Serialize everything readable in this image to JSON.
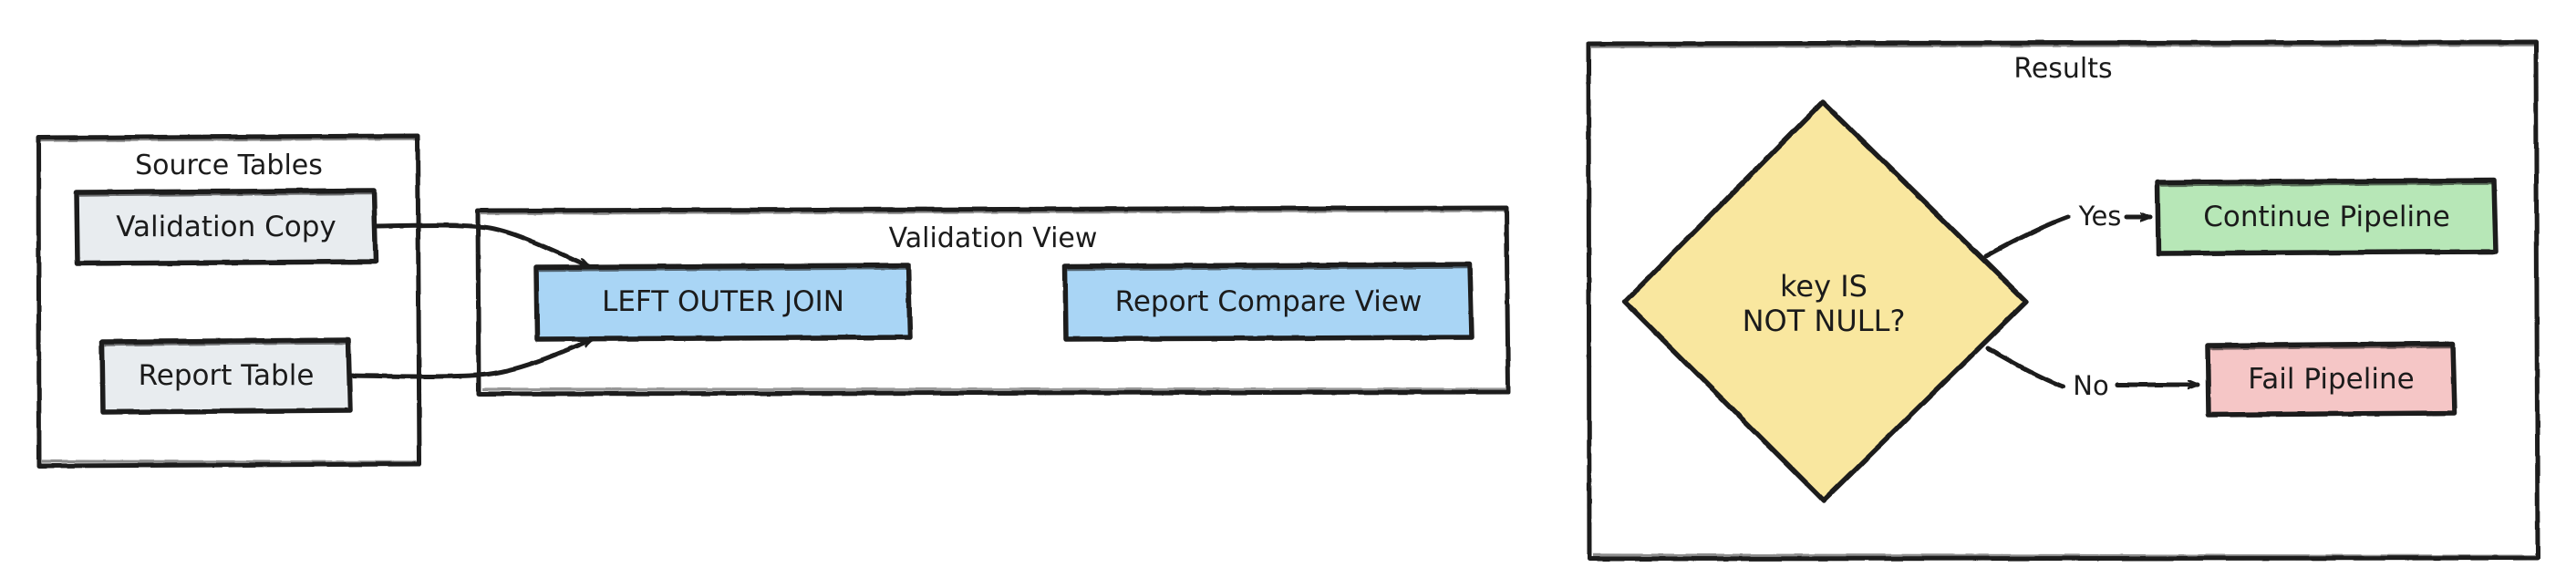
{
  "diagram": {
    "type": "flowchart",
    "style": "hand-drawn-sketch",
    "title_visible": false,
    "background": "#ffffff",
    "stroke": "#1b1b1b"
  },
  "groups": [
    {
      "id": "source-tables",
      "label": "Source Tables",
      "fill": "#ffffff",
      "stroke": "#1b1b1b"
    },
    {
      "id": "validation-view",
      "label": "Validation View",
      "fill": "#ffffff",
      "stroke": "#1b1b1b"
    },
    {
      "id": "results",
      "label": "Results",
      "fill": "#ffffff",
      "stroke": "#1b1b1b"
    }
  ],
  "nodes": [
    {
      "id": "validation-copy",
      "label": "Validation Copy",
      "shape": "rectangle",
      "fill": "#e8ecef",
      "stroke": "#1b1b1b",
      "group": "source-tables"
    },
    {
      "id": "report-table",
      "label": "Report Table",
      "shape": "rectangle",
      "fill": "#e8ecef",
      "stroke": "#1b1b1b",
      "group": "source-tables"
    },
    {
      "id": "left-outer-join",
      "label": "LEFT OUTER JOIN",
      "shape": "rectangle",
      "fill": "#a9d5f5",
      "stroke": "#1b1b1b",
      "group": "validation-view"
    },
    {
      "id": "report-compare-view",
      "label": "Report Compare View",
      "shape": "rectangle",
      "fill": "#a9d5f5",
      "stroke": "#1b1b1b",
      "group": "validation-view"
    },
    {
      "id": "key-is-not-null",
      "label": "key IS\nNOT NULL?",
      "shape": "diamond",
      "fill": "#f9e79f",
      "stroke": "#1b1b1b",
      "group": "results"
    },
    {
      "id": "continue-pipeline",
      "label": "Continue Pipeline",
      "shape": "rectangle",
      "fill": "#b7e7b7",
      "stroke": "#1b1b1b",
      "group": "results"
    },
    {
      "id": "fail-pipeline",
      "label": "Fail Pipeline",
      "shape": "rectangle",
      "fill": "#f5c6c6",
      "stroke": "#1b1b1b",
      "group": "results"
    }
  ],
  "edges": [
    {
      "id": "e1",
      "from": "validation-copy",
      "to": "left-outer-join",
      "label": ""
    },
    {
      "id": "e2",
      "from": "report-table",
      "to": "left-outer-join",
      "label": ""
    },
    {
      "id": "e3",
      "from": "left-outer-join",
      "to": "report-compare-view",
      "label": ""
    },
    {
      "id": "e4",
      "from": "report-compare-view",
      "to": "key-is-not-null",
      "label": ""
    },
    {
      "id": "e5",
      "from": "key-is-not-null",
      "to": "continue-pipeline",
      "label": "Yes"
    },
    {
      "id": "e6",
      "from": "key-is-not-null",
      "to": "fail-pipeline",
      "label": "No"
    }
  ]
}
